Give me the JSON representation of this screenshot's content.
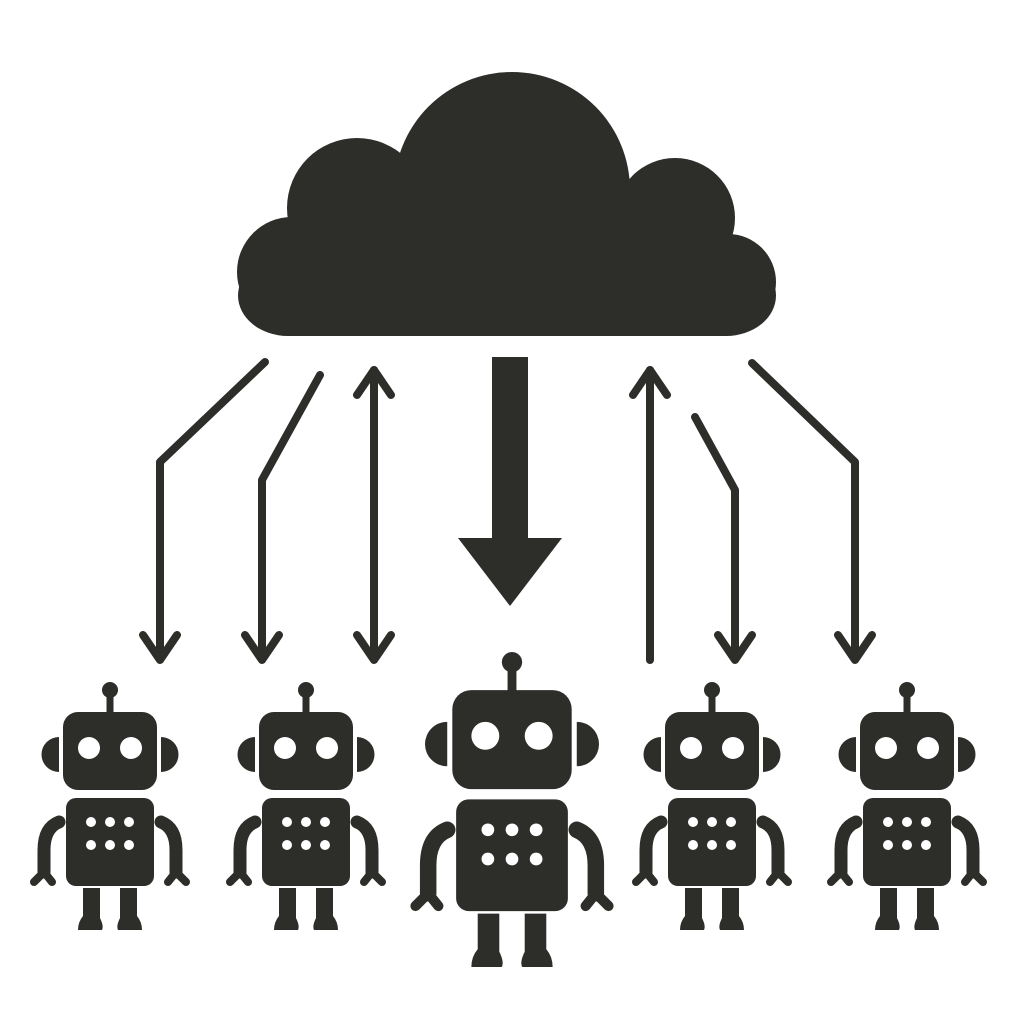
{
  "colors": {
    "ink": "#2d2d2a",
    "background": "#ffffff",
    "eyes_and_lights": "#ffffff"
  },
  "icons": {
    "cloud": "cloud-icon",
    "robot": "robot-icon",
    "arrow_down": "arrow-down-icon",
    "arrow_up": "arrow-up-icon",
    "arrow_bidirectional": "arrow-up-down-icon"
  },
  "robots": [
    {
      "role": "worker"
    },
    {
      "role": "worker"
    },
    {
      "role": "central"
    },
    {
      "role": "worker"
    },
    {
      "role": "worker"
    }
  ]
}
